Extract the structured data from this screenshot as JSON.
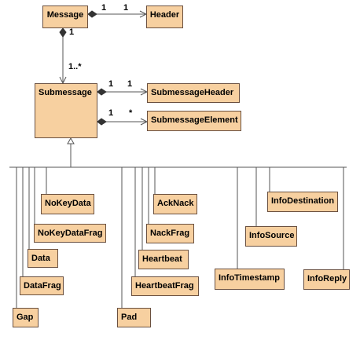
{
  "classes": {
    "message": "Message",
    "header": "Header",
    "submessage": "Submessage",
    "submessage_header": "SubmessageHeader",
    "submessage_element": "SubmessageElement",
    "nokeydata": "NoKeyData",
    "nokeydatafrag": "NoKeyDataFrag",
    "data": "Data",
    "datafrag": "DataFrag",
    "gap": "Gap",
    "pad": "Pad",
    "acknack": "AckNack",
    "nackfrag": "NackFrag",
    "heartbeat": "Heartbeat",
    "heartbeatfrag": "HeartbeatFrag",
    "infotimestamp": "InfoTimestamp",
    "infosource": "InfoSource",
    "infodestination": "InfoDestination",
    "inforeply": "InfoReply"
  },
  "multiplicities": {
    "message_header_src": "1",
    "message_header_dst": "1",
    "message_submessage_src": "1",
    "message_submessage_dst": "1..*",
    "sub_header_src": "1",
    "sub_header_dst": "1",
    "sub_element_src": "1",
    "sub_element_dst": "*"
  },
  "colors": {
    "class_fill": "#f7d0a0",
    "class_border": "#6a5040",
    "line": "#555555"
  }
}
